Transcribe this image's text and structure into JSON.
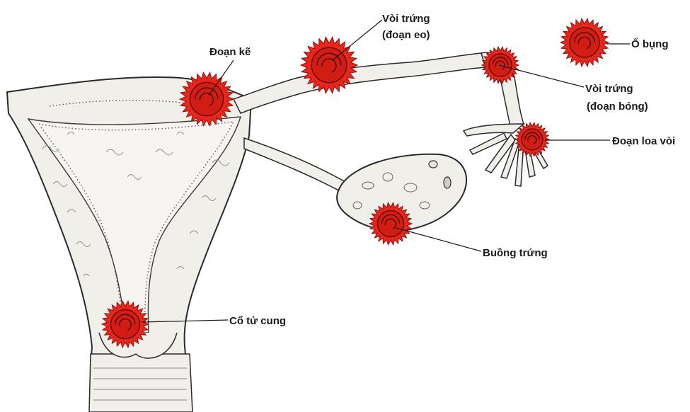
{
  "figure": {
    "labels": {
      "doan_ke": "Đoạn kẽ",
      "voi_trung_eo_line1": "Vòi trứng",
      "voi_trung_eo_line2": "(đoạn eo)",
      "o_bung": "Ổ bụng",
      "voi_trung_bong_line1": "Vòi trứng",
      "voi_trung_bong_line2": "(đoạn bóng)",
      "doan_loa_voi": "Đoạn loa vòi",
      "buong_trung": "Buồng trứng",
      "co_tu_cung": "Cổ tử cung"
    },
    "colors": {
      "implantation_red": "#e8261c",
      "implantation_dark": "#8e120c",
      "tissue_fill": "#f1efe9",
      "outline": "#2a2a2a",
      "label_text": "#1a1a1a"
    },
    "implantation_sites": [
      "interstitial",
      "isthmus",
      "ampulla",
      "infundibulum",
      "abdominal",
      "ovary",
      "cervix"
    ]
  }
}
